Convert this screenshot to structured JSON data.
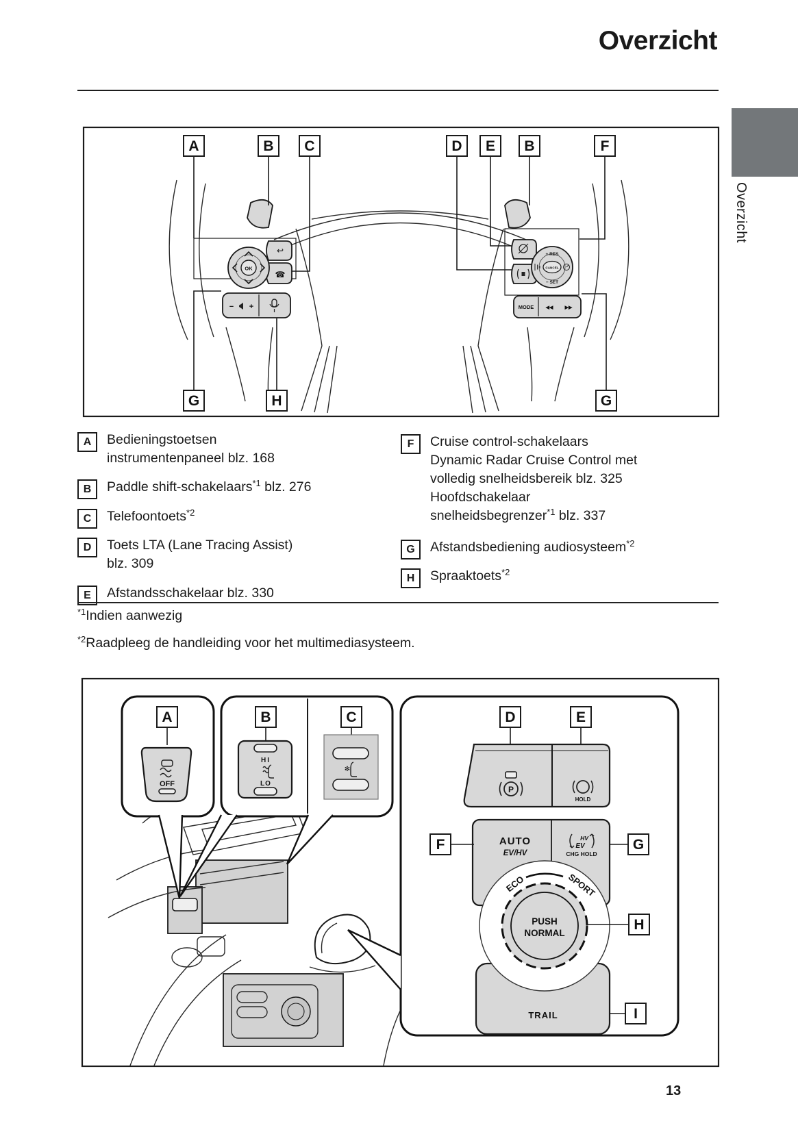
{
  "page": {
    "title": "Overzicht",
    "side_tab": "Overzicht",
    "page_number": "13"
  },
  "letters": {
    "a": "A",
    "b": "B",
    "c": "C",
    "d": "D",
    "e": "E",
    "f": "F",
    "g": "G",
    "h": "H",
    "i": "I"
  },
  "legend": {
    "a": {
      "line1": "Bedieningstoetsen",
      "line2": "instrumentenpaneel blz. 168"
    },
    "b": {
      "pre": "Paddle shift-schakelaars",
      "sup": "*1",
      "post": " blz. 276"
    },
    "c": {
      "pre": "Telefoontoets",
      "sup": "*2",
      "post": ""
    },
    "d": {
      "line1": "Toets LTA (Lane Tracing Assist)",
      "line2": "blz. 309"
    },
    "e": {
      "line1": "Afstandsschakelaar blz. 330"
    },
    "f": {
      "line1": "Cruise control-schakelaars",
      "line2": "Dynamic Radar Cruise Control met",
      "line3": "volledig snelheidsbereik blz. 325",
      "line4": "Hoofdschakelaar",
      "pre5": "snelheidsbegrenzer",
      "sup5": "*1",
      "post5": " blz. 337"
    },
    "g": {
      "pre": "Afstandsbediening audiosysteem",
      "sup": "*2"
    },
    "h": {
      "pre": "Spraaktoets",
      "sup": "*2"
    }
  },
  "footnotes": {
    "f1_sup": "*1",
    "f1_text": "Indien aanwezig",
    "f2_sup": "*2",
    "f2_text": "Raadpleeg de handleiding voor het multimediasysteem."
  },
  "fig1": {
    "ok": "OK",
    "res": "+ RES",
    "set": "− SET",
    "cancel": "CANCEL",
    "mode": "MODE",
    "prev": "◀◀",
    "next": "▶▶",
    "minus": "−",
    "plus": "+",
    "back": "↩",
    "phone": "☎"
  },
  "fig2": {
    "off": "OFF",
    "hi": "HI",
    "lo": "LO",
    "p": "P",
    "hold": "HOLD",
    "auto": "AUTO",
    "evhv": "EV/HV",
    "hv": "HV",
    "ev": "EV",
    "chg_hold": "CHG HOLD",
    "eco": "ECO",
    "sport": "SPORT",
    "push": "PUSH",
    "normal": "NORMAL",
    "trail": "TRAIL",
    "fan": "✻"
  },
  "colors": {
    "tab_gray": "#73777a",
    "line": "#1a1a1a",
    "button_gray": "#d8d8d8"
  }
}
